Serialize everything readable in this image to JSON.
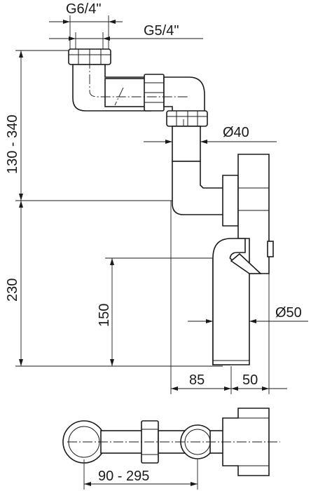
{
  "labels": {
    "thread_g6": "G6/4\"",
    "thread_g5": "G5/4\"",
    "dim_height_adjust": "130 - 340",
    "dim_230": "230",
    "dim_150": "150",
    "dim_d40": "Ø40",
    "dim_d50": "Ø50",
    "dim_85": "85",
    "dim_50": "50",
    "dim_90_295": "90 - 295"
  }
}
